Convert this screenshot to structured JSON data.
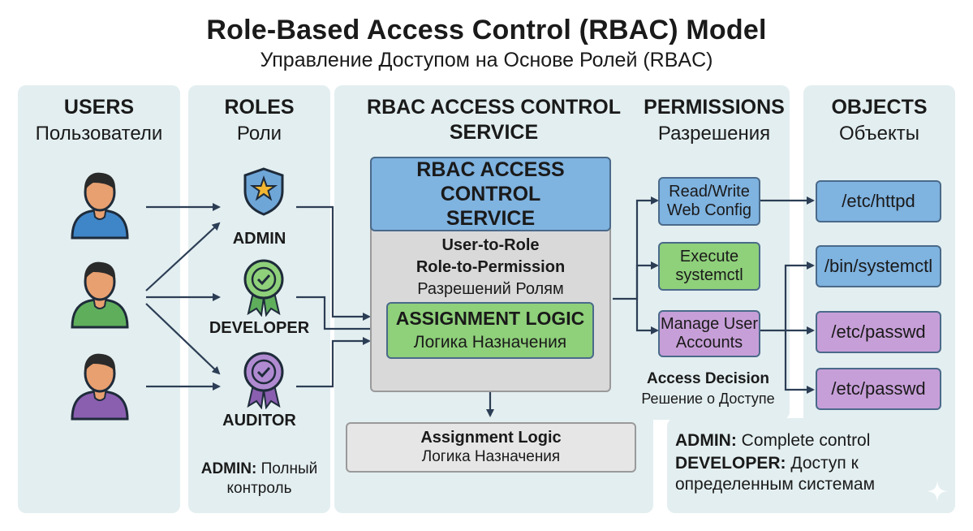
{
  "title": "Role-Based Access Control (RBAC) Model",
  "subtitle": "Управление Доступом на Основе Ролей (RBAC)",
  "columns": {
    "users": {
      "title": "USERS",
      "subtitle": "Пользователи"
    },
    "roles": {
      "title": "ROLES",
      "subtitle": "Роли"
    },
    "service": {
      "title_line1": "RBAC ACCESS CONTROL",
      "title_line2": "SERVICE"
    },
    "permissions": {
      "title": "PERMISSIONS",
      "subtitle": "Разрешения"
    },
    "objects": {
      "title": "OBJECTS",
      "subtitle": "Объекты"
    }
  },
  "users": [
    {
      "name": "user-1",
      "color": "#3f86c8"
    },
    {
      "name": "user-2",
      "color": "#5fae5c"
    },
    {
      "name": "user-3",
      "color": "#8a5fb0"
    }
  ],
  "roles": [
    {
      "label": "ADMIN",
      "icon": "shield-star-icon"
    },
    {
      "label": "DEVELOPER",
      "icon": "check-badge-icon"
    },
    {
      "label": "AUDITOR",
      "icon": "check-badge-icon"
    }
  ],
  "roles_note": {
    "bold": "ADMIN:",
    "text_1": " Полный",
    "text_2": "контроль"
  },
  "service": {
    "header_line1": "RBAC ACCESS CONTROL",
    "header_line2": "SERVICE",
    "line1": "User-to-Role",
    "line2": "Role-to-Permission",
    "line3": "Разрешений Ролям",
    "logic_title": "ASSIGNMENT LOGIC",
    "logic_sub": "Логика Назначения"
  },
  "assignment_box": {
    "title": "Assignment Logic",
    "sub": "Логика Назначения"
  },
  "permissions": [
    {
      "line1": "Read/Write",
      "line2": "Web Config",
      "color": "#7fb3e0"
    },
    {
      "line1": "Execute",
      "line2": "systemctl",
      "color": "#8fd07a"
    },
    {
      "line1": "Manage User",
      "line2": "Accounts",
      "color": "#c79fd8"
    }
  ],
  "access_decision": {
    "title": "Access Decision",
    "sub": "Решение о Доступе"
  },
  "objects": [
    {
      "label": "/etc/httpd",
      "color": "#7fb3e0"
    },
    {
      "label": "/bin/systemctl",
      "color": "#7fb3e0"
    },
    {
      "label": "/etc/passwd",
      "color": "#c79fd8"
    },
    {
      "label": "/etc/passwd",
      "color": "#c79fd8"
    }
  ],
  "notes": {
    "admin_bold": "ADMIN:",
    "admin_text": " Complete control",
    "dev_bold": "DEVELOPER:",
    "dev_text_1": " Доступ к",
    "dev_text_2": "определенным системам"
  },
  "colors": {
    "panel": "#e3eef0",
    "service_header": "#7fb3e0",
    "service_body": "#d9d9d9",
    "logic_green": "#8fd07a",
    "arrow": "#2c3e55"
  }
}
